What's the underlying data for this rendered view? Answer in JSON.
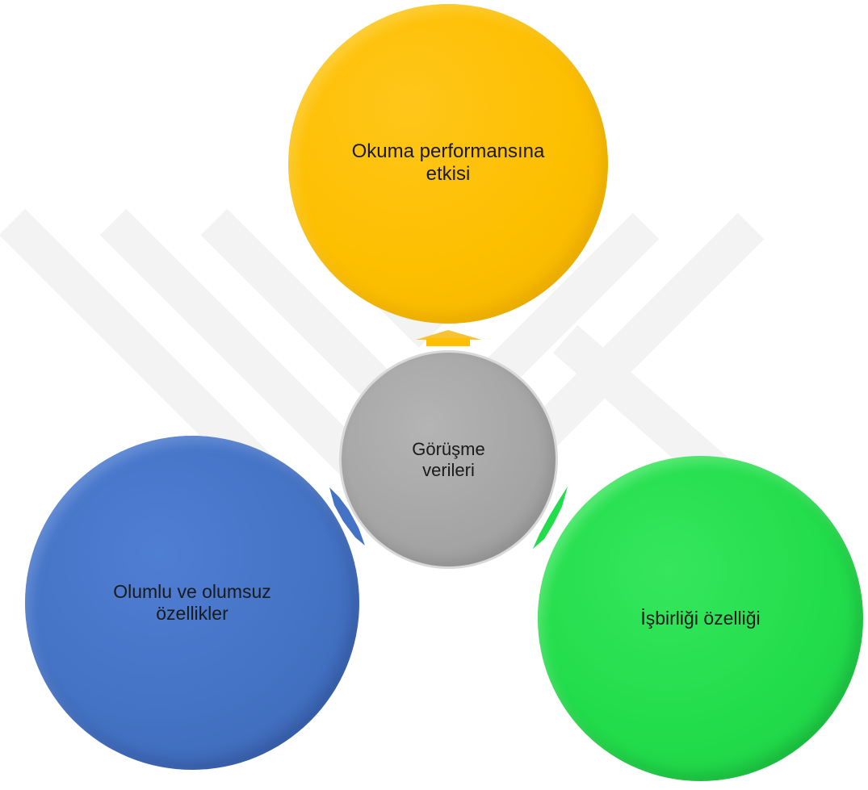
{
  "diagram": {
    "center": {
      "label": "Görüşme\nverileri",
      "color": "#a6a6a6"
    },
    "nodes": [
      {
        "id": "top",
        "label": "Okuma performansına\netkisi",
        "color": "#fdbf00"
      },
      {
        "id": "left",
        "label": "Olumlu ve olumsuz\nözellikler",
        "color": "#4472c4"
      },
      {
        "id": "right",
        "label": "İşbirliği özelliği",
        "color": "#22dd4b"
      }
    ],
    "arrow_colors": [
      "#fdbf00",
      "#4472c4",
      "#22dd4b"
    ]
  }
}
